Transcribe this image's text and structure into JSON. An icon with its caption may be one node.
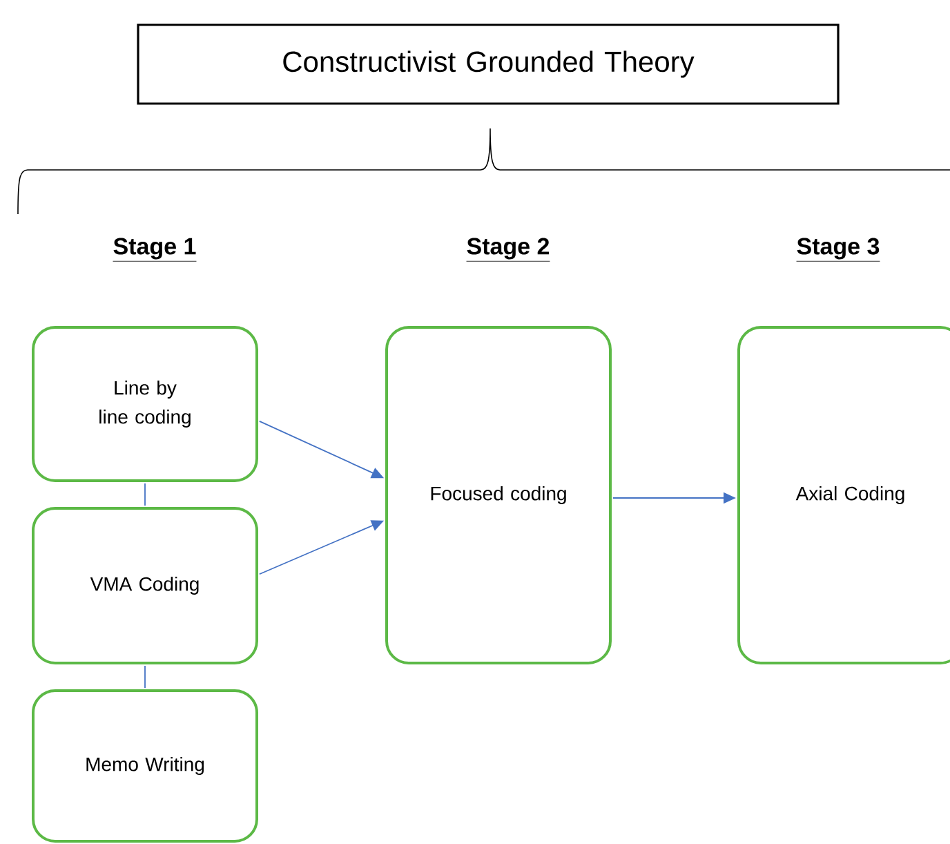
{
  "diagram": {
    "nodes": [
      {
        "text": [
          "Constructivist Grounded Theory"
        ]
      },
      {
        "text": [
          "Line by line coding"
        ]
      },
      {
        "text": [
          "VMA Coding"
        ]
      },
      {
        "text": [
          "Memo Writing"
        ]
      },
      {
        "text": [
          "Focused coding"
        ]
      },
      {
        "text": [
          "Axial Coding"
        ]
      }
    ],
    "edges": [
      {
        "from": 1,
        "to": 4,
        "arrow": "to"
      },
      {
        "from": 2,
        "to": 4,
        "arrow": "to"
      },
      {
        "from": 4,
        "to": 5,
        "arrow": "to"
      },
      {
        "from": 1,
        "to": 2,
        "arrow": "none"
      },
      {
        "from": 2,
        "to": 3,
        "arrow": "none"
      }
    ],
    "labels": [
      "Stage 1",
      "Stage 2",
      "Stage 3"
    ]
  }
}
